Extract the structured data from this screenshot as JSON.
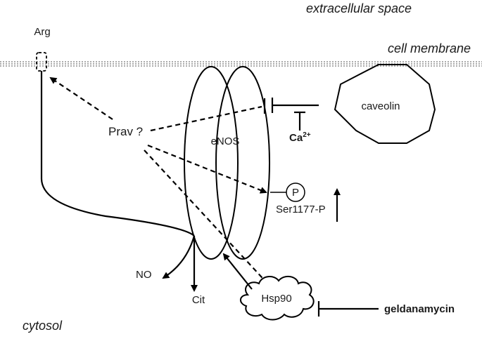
{
  "regions": {
    "extracellular": "extracellular space",
    "membrane": "cell membrane",
    "cytosol": "cytosol"
  },
  "molecules": {
    "arg": "Arg",
    "prav": "Prav ?",
    "enos": "eNOS",
    "caveolin": "caveolin",
    "calcium_base": "Ca",
    "calcium_sup": "2+",
    "phospho": "P",
    "ser1177": "Ser1177-P",
    "no": "NO",
    "cit": "Cit",
    "hsp90": "Hsp90",
    "geldanamycin": "geldanamycin"
  }
}
